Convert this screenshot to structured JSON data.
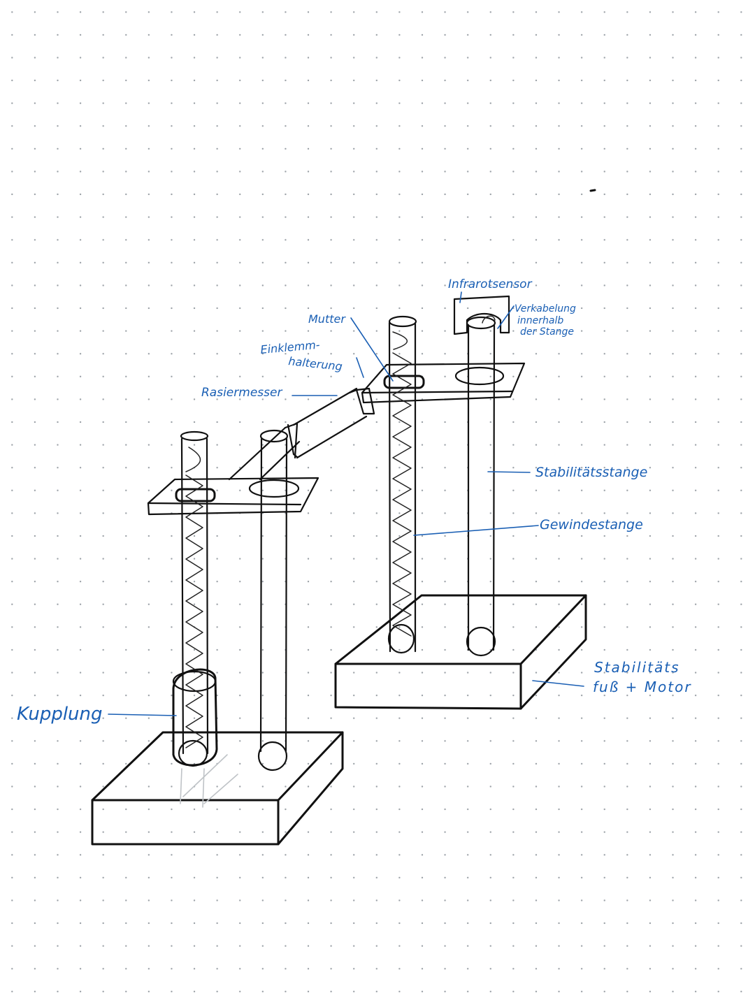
{
  "labels": {
    "infrarotsensor": "Infrarotsensor",
    "verkabelung_1": "Verkabelung",
    "verkabelung_2": "innerhalb",
    "verkabelung_3": "der Stange",
    "mutter": "Mutter",
    "einklemm_1": "Einklemm-",
    "einklemm_2": "halterung",
    "rasiermesser": "Rasiermesser",
    "stabilitaetsstange": "Stabilitätsstange",
    "gewindestange": "Gewindestange",
    "stabilitaetsfuss_1": "Stabilitäts",
    "stabilitaetsfuss_2": "fuß + Motor",
    "kupplung": "Kupplung"
  },
  "colors": {
    "ink": "#111111",
    "annotation": "#1a5fb4",
    "dot_grid": "#9aa0a6"
  }
}
